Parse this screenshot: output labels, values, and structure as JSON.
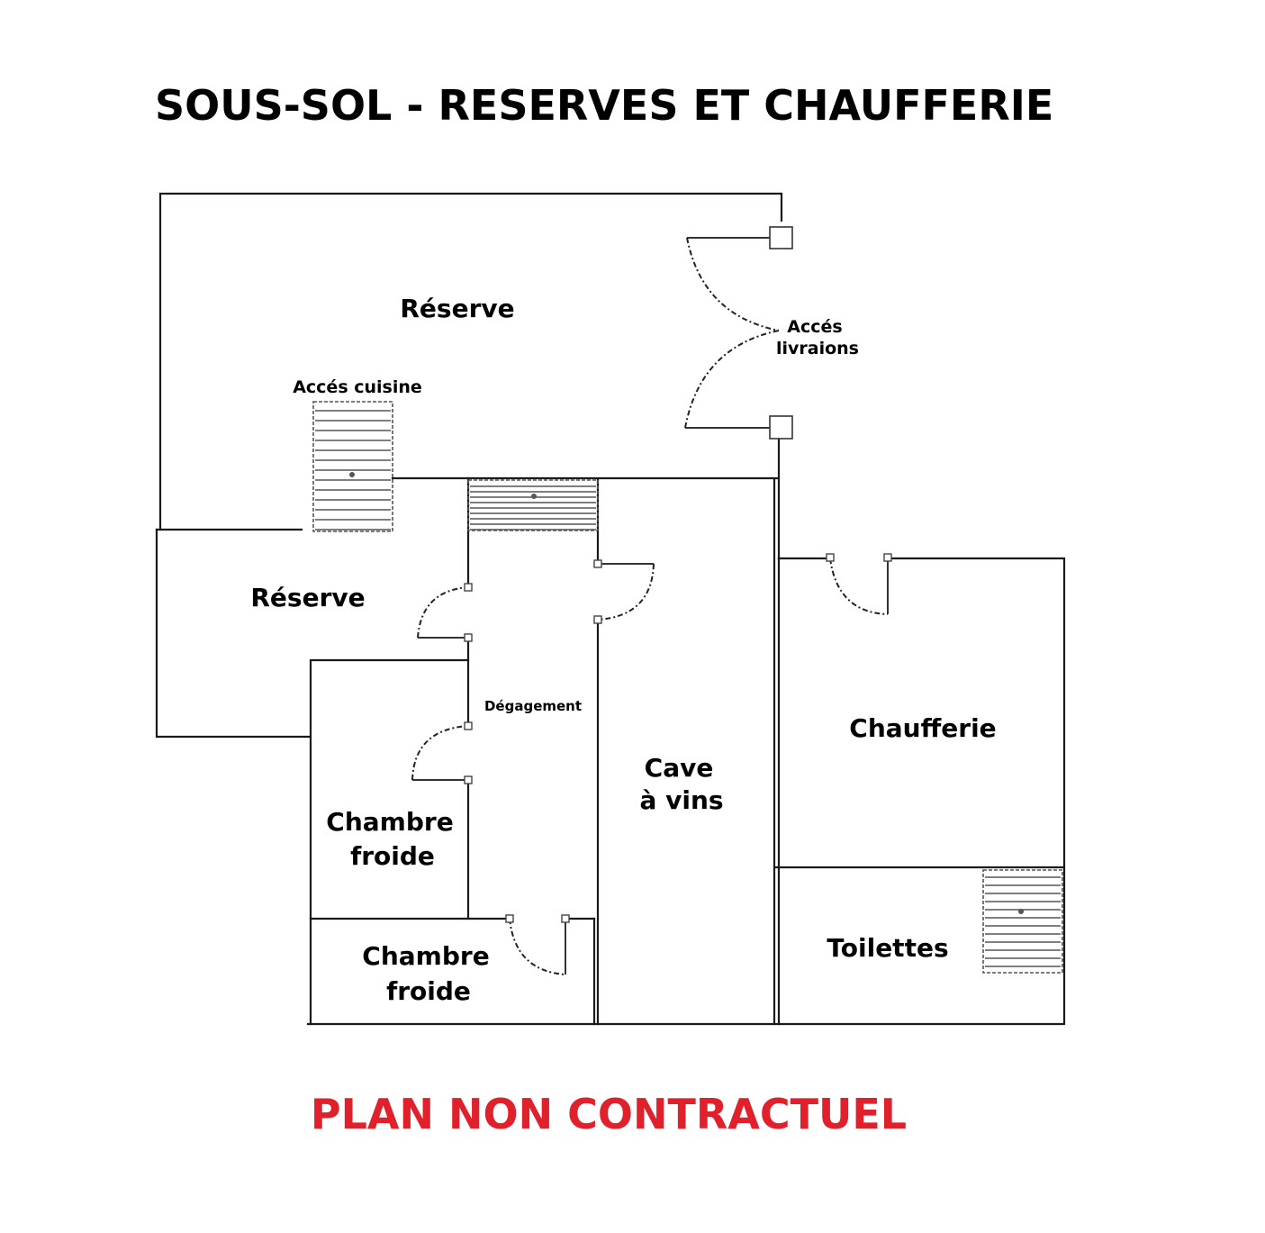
{
  "title": "SOUS-SOL - RESERVES ET CHAUFFERIE",
  "disclaimer": "PLAN NON CONTRACTUEL",
  "colors": {
    "disclaimer": "#e0202a",
    "wall": "#1a1a1a"
  },
  "rooms": {
    "reserve_top": "Réserve",
    "reserve_left": "Réserve",
    "degagement": "Dégagement",
    "cave_line1": "Cave",
    "cave_line2": "à vins",
    "chaufferie": "Chaufferie",
    "toilettes": "Toilettes",
    "chambre1_line1": "Chambre",
    "chambre1_line2": "froide",
    "chambre2_line1": "Chambre",
    "chambre2_line2": "froide"
  },
  "labels": {
    "acces_cuisine": "Accés cuisine",
    "acces_livraisons_line1": "Accés",
    "acces_livraisons_line2": "livraions"
  }
}
